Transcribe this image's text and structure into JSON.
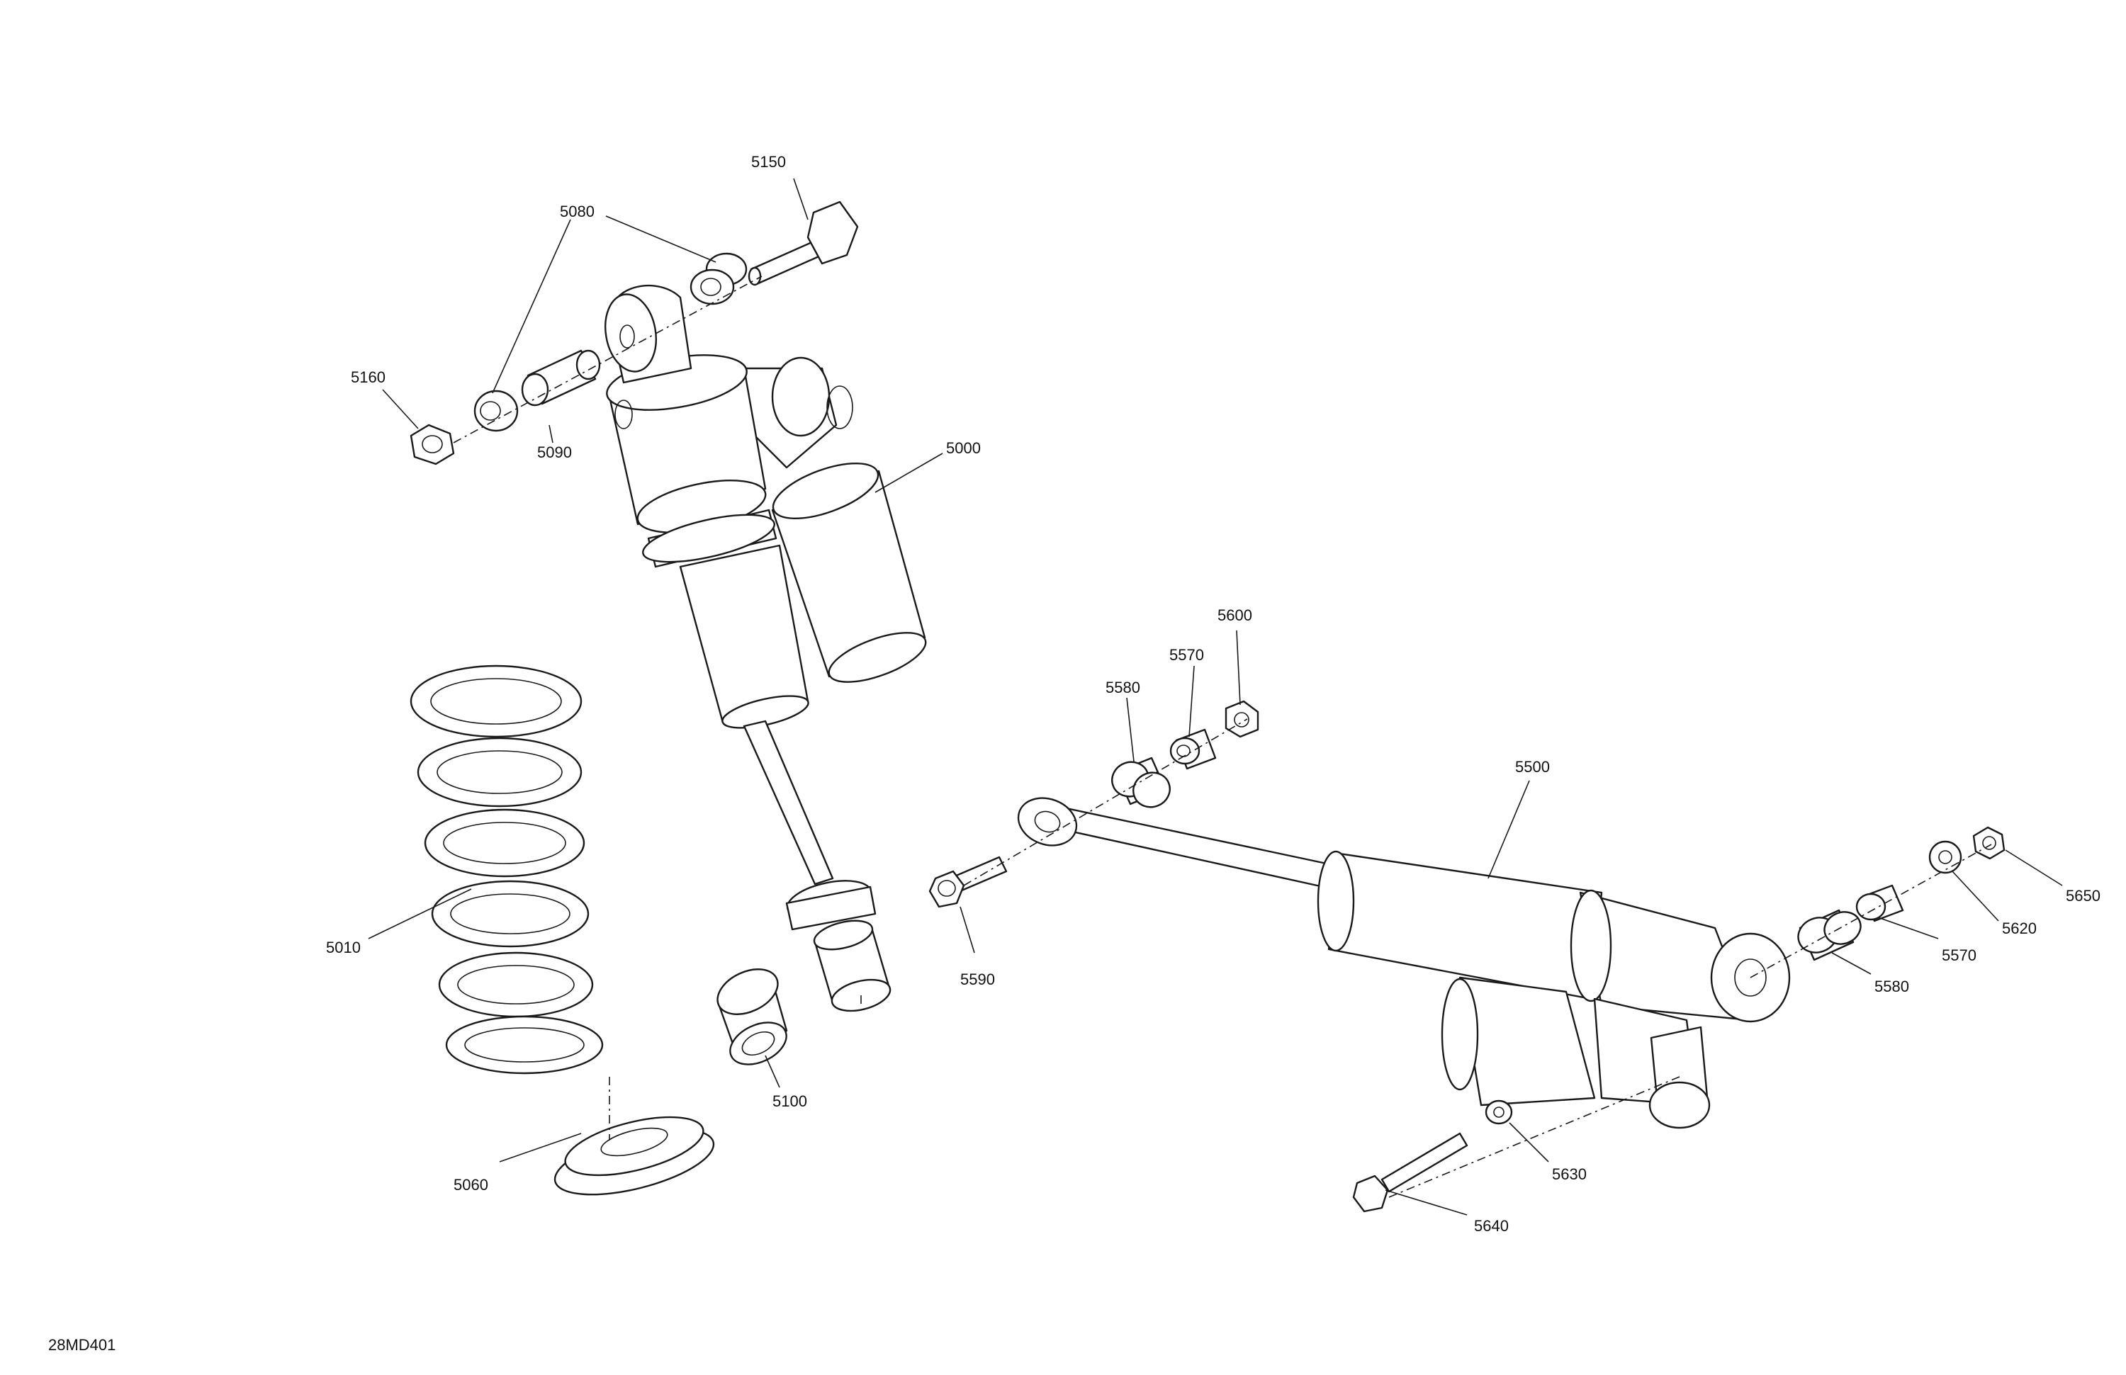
{
  "figure_id": "28MD401",
  "callouts": {
    "c5150": "5150",
    "c5080": "5080",
    "c5160": "5160",
    "c5090": "5090",
    "c5000": "5000",
    "c5010": "5010",
    "c5060": "5060",
    "c5100": "5100",
    "c5600": "5600",
    "c5570a": "5570",
    "c5580a": "5580",
    "c5500": "5500",
    "c5590": "5590",
    "c5650": "5650",
    "c5620": "5620",
    "c5570b": "5570",
    "c5580b": "5580",
    "c5630": "5630",
    "c5640": "5640"
  }
}
